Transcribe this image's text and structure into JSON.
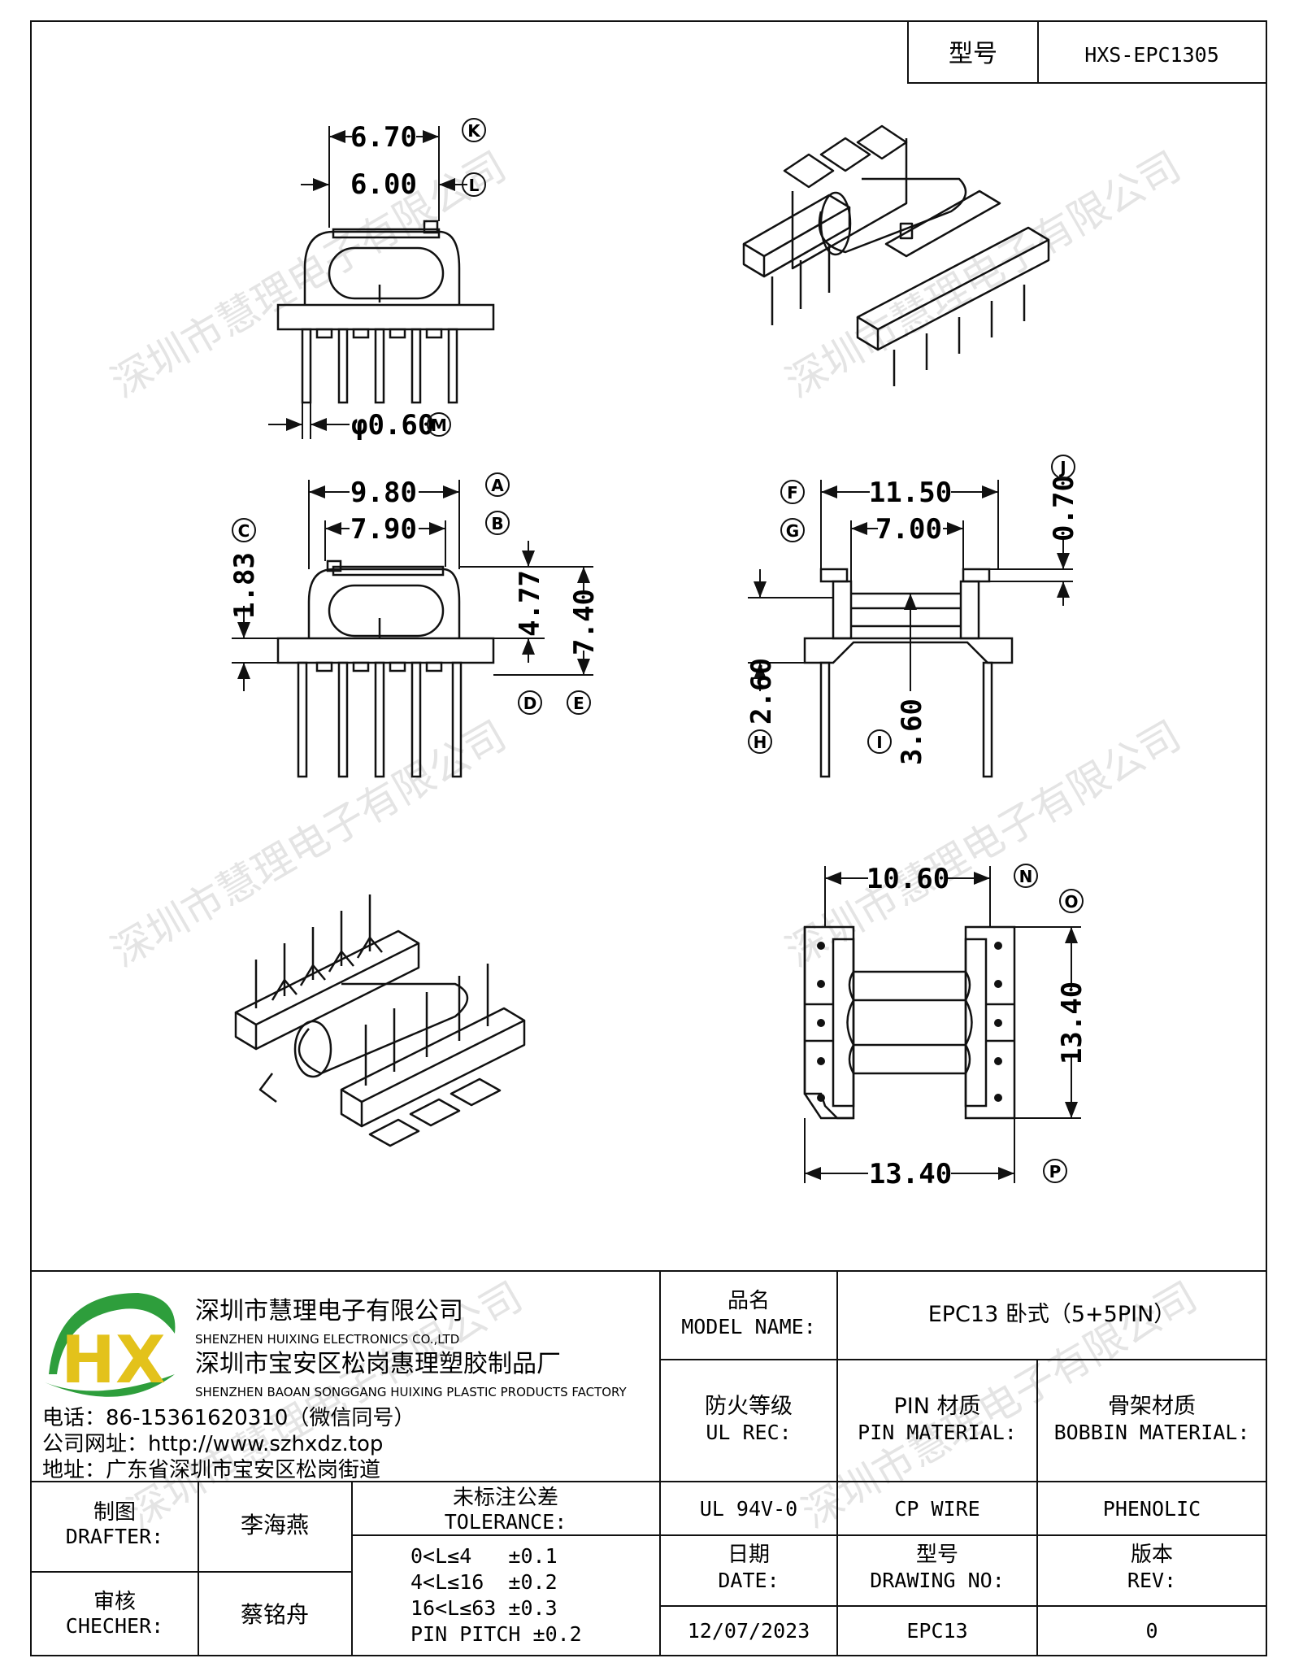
{
  "header": {
    "model_label": "型号",
    "model_value": "HXS-EPC1305"
  },
  "dimensions": {
    "top_view": {
      "d1": "6.70",
      "d2": "6.00",
      "pin_dia": "φ0.60",
      "lbl_k": "K",
      "lbl_l": "L",
      "lbl_m": "M"
    },
    "front_view": {
      "d1": "9.80",
      "d2": "7.90",
      "d3": "1.83",
      "d4": "4.77",
      "d5": "7.40",
      "lbl_a": "A",
      "lbl_b": "B",
      "lbl_c": "C",
      "lbl_d": "D",
      "lbl_e": "E"
    },
    "side_view": {
      "d1": "11.50",
      "d2": "7.00",
      "d3": "0.70",
      "d4": "2.60",
      "d5": "3.60",
      "lbl_f": "F",
      "lbl_g": "G",
      "lbl_j": "J",
      "lbl_h": "H",
      "lbl_i": "I"
    },
    "bottom_view": {
      "d1": "10.60",
      "d2": "13.40",
      "d3": "13.40",
      "lbl_n": "N",
      "lbl_o": "O",
      "lbl_p": "P"
    }
  },
  "watermark": "深圳市慧理电子有限公司",
  "company": {
    "logo_text": "HX",
    "name_cn_1": "深圳市慧理电子有限公司",
    "name_en_1": "SHENZHEN HUIXING ELECTRONICS CO.,LTD",
    "name_cn_2": "深圳市宝安区松岗惠理塑胶制品厂",
    "name_en_2": "SHENZHEN BAOAN SONGGANG HUIXING PLASTIC PRODUCTS FACTORY",
    "phone": "电话：86-15361620310（微信同号）",
    "website": "公司网址：http://www.szhxdz.top",
    "address": "地址：广东省深圳市宝安区松岗街道"
  },
  "title_block": {
    "model_name_cn": "品名",
    "model_name_en": "MODEL NAME:",
    "model_name_value": "EPC13 卧式（5+5PIN）",
    "fire_cn": "防火等级",
    "fire_en": "UL REC:",
    "pin_cn": "PIN 材质",
    "pin_en": "PIN MATERIAL:",
    "bobbin_cn": "骨架材质",
    "bobbin_en": "BOBBIN MATERIAL:",
    "fire_value": "UL 94V-0",
    "pin_value": "CP WIRE",
    "bobbin_value": "PHENOLIC",
    "drafter_cn": "制图",
    "drafter_en": "DRAFTER:",
    "drafter_value": "李海燕",
    "checker_cn": "审核",
    "checker_en": "CHECHER:",
    "checker_value": "蔡铭舟",
    "tolerance_cn": "未标注公差",
    "tolerance_en": "TOLERANCE:",
    "tolerance_lines": [
      "0<L≤4   ±0.1",
      "4<L≤16  ±0.2",
      "16<L≤63 ±0.3",
      "PIN PITCH ±0.2"
    ],
    "date_cn": "日期",
    "date_en": "DATE:",
    "date_value": "12/07/2023",
    "drawing_cn": "型号",
    "drawing_en": "DRAWING NO:",
    "drawing_value": "EPC13",
    "rev_cn": "版本",
    "rev_en": "REV:",
    "rev_value": "0"
  },
  "colors": {
    "logo_green": "#2e9e3c",
    "logo_yellow": "#e3c21b",
    "line": "#111111"
  }
}
